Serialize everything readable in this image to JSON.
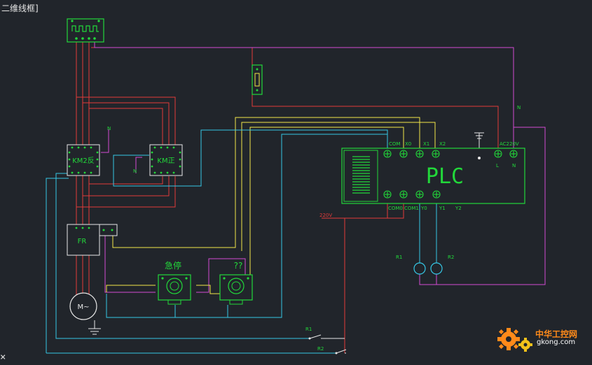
{
  "window": {
    "title_fragment": "二维线框]",
    "cursor_glyph": "×"
  },
  "colors": {
    "background": "#21252b",
    "green": "#22d83a",
    "red": "#e23a3a",
    "yellow": "#f4e64a",
    "cyan": "#35c8e6",
    "magenta": "#d34ad3",
    "white": "#e8e8e8"
  },
  "labels": {
    "km_reverse": "KM2反",
    "km_forward": "KM正",
    "overload": "FR",
    "motor": "M~",
    "plc": "PLC",
    "estop": "急停",
    "unknown_button": "??",
    "neutral_top": "N",
    "neutral_left": "N",
    "neutral_right": "N",
    "supply_voltage": "220V",
    "indicator1": "R1",
    "indicator2": "R2",
    "switch_r1": "R1",
    "switch_r2": "R2",
    "plc_live": "L",
    "plc_neutral": "N"
  },
  "plc": {
    "input_terminals": [
      "COM",
      "X0",
      "X1",
      "X2"
    ],
    "power_terminal": "AC220V",
    "output_terminals": [
      "COM0",
      "COM1",
      "Y0",
      "Y1",
      "Y2"
    ]
  },
  "watermark": {
    "site_name": "中华工控网",
    "url": "gkong.com"
  }
}
